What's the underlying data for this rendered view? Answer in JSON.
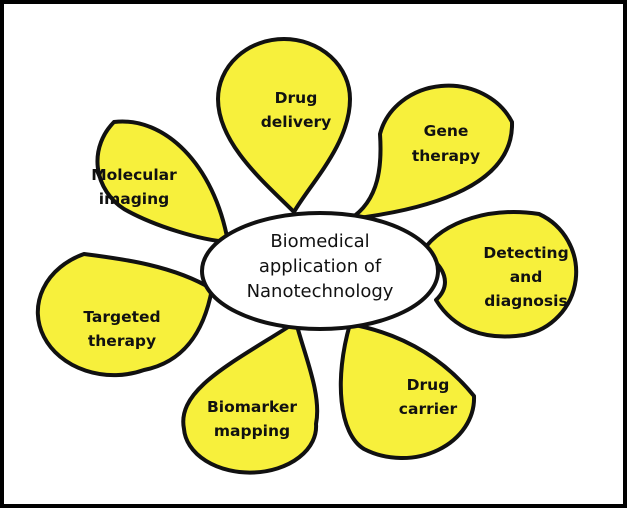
{
  "colors": {
    "petal_fill": "#f7f03c",
    "outline": "#111111",
    "center_fill": "#ffffff",
    "frame": "#000000"
  },
  "center": {
    "line1": "Biomedical",
    "line2": "application of",
    "line3": "Nanotechnology"
  },
  "petals": [
    {
      "id": "drug-delivery",
      "lines": [
        "Drug",
        "delivery"
      ]
    },
    {
      "id": "gene-therapy",
      "lines": [
        "Gene",
        "therapy"
      ]
    },
    {
      "id": "detecting-and-diagnosis",
      "lines": [
        "Detecting",
        "and",
        "diagnosis"
      ]
    },
    {
      "id": "drug-carrier",
      "lines": [
        "Drug",
        "carrier"
      ]
    },
    {
      "id": "biomarker-mapping",
      "lines": [
        "Biomarker",
        "mapping"
      ]
    },
    {
      "id": "targeted-therapy",
      "lines": [
        "Targeted",
        "therapy"
      ]
    },
    {
      "id": "molecular-imaging",
      "lines": [
        "Molecular",
        "imaging"
      ]
    }
  ]
}
